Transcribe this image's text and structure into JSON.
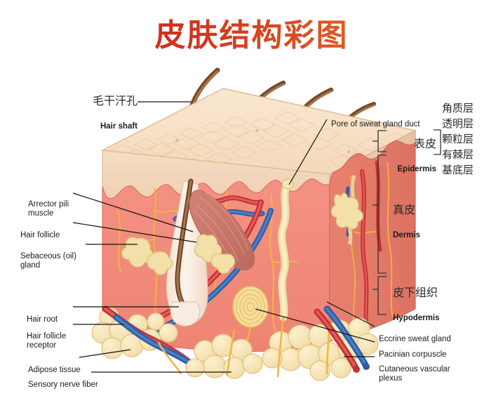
{
  "page": {
    "title": "皮肤结构彩图",
    "background": "#ffffff"
  },
  "colors": {
    "title_start": "#c9261c",
    "title_end": "#ef7f28",
    "epidermis_top": "#f7dfc4",
    "epidermis_front": "#f3d9c2",
    "dermis_front": "#f08b7d",
    "dermis_side": "#e8806f",
    "hair": "#8b5a36",
    "artery": "#cf3030",
    "vein": "#2d5fa8",
    "nerve": "#f5b942",
    "adipose": "#f5e1ae",
    "gland": "#f2dfa8",
    "muscle": "#d98a7d",
    "leader_line": "#111111"
  },
  "labels_left": [
    {
      "id": "hair-shaft",
      "cn": "毛干汗孔",
      "en": "Hair shaft"
    },
    {
      "id": "arrector-pili",
      "cn": "",
      "en": "Arrector pili\nmuscle"
    },
    {
      "id": "hair-follicle",
      "cn": "",
      "en": "Hair follicle"
    },
    {
      "id": "sebaceous-gland",
      "cn": "",
      "en": "Sebaceous (oil)\ngland"
    },
    {
      "id": "hair-root",
      "cn": "",
      "en": "Hair root"
    },
    {
      "id": "follicle-receptor",
      "cn": "",
      "en": "Hair follicle\nreceptor"
    },
    {
      "id": "adipose-tissue",
      "cn": "",
      "en": "Adipose tissue"
    },
    {
      "id": "sensory-nerve",
      "cn": "",
      "en": "Sensory nerve fiber"
    }
  ],
  "labels_right": [
    {
      "id": "sweat-pore",
      "cn": "",
      "en": "Pore of sweat gland duct"
    },
    {
      "id": "eccrine-gland",
      "cn": "",
      "en": "Eccrine sweat gland"
    },
    {
      "id": "pacinian",
      "cn": "",
      "en": "Pacinian corpuscle"
    },
    {
      "id": "vascular-plexus",
      "cn": "",
      "en": "Cutaneous vascular\nplexus"
    }
  ],
  "layers": [
    {
      "id": "epidermis",
      "cn": "表皮",
      "en": "Epidermis"
    },
    {
      "id": "dermis",
      "cn": "真皮",
      "en": "Dermis"
    },
    {
      "id": "hypodermis",
      "cn": "皮下组织",
      "en": "Hypodermis"
    }
  ],
  "epidermis_sublayers": [
    {
      "id": "stratum-corneum",
      "cn": "角质层"
    },
    {
      "id": "stratum-lucidum",
      "cn": "透明层"
    },
    {
      "id": "stratum-granulosum",
      "cn": "颗粒层"
    },
    {
      "id": "stratum-spinosum",
      "cn": "有棘层"
    },
    {
      "id": "stratum-basale",
      "cn": "基底层"
    }
  ]
}
